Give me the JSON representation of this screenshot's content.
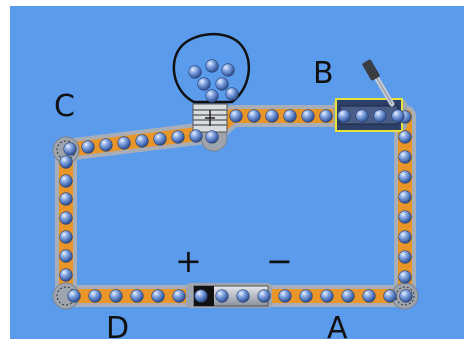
{
  "labels": {
    "A": "A",
    "B": "B",
    "C": "C",
    "D": "D",
    "plus": "+",
    "minus": "−"
  },
  "colors": {
    "background": "#5b9bec",
    "wire": "#e8952a",
    "wire_outline": "#b0b6bf",
    "electron": "#5a7fc2",
    "electron_highlight": "#dfe9fb",
    "ink": "#1a1a1a"
  },
  "components": {
    "bulb": {
      "name": "light-bulb",
      "lit": false
    },
    "battery": {
      "name": "battery"
    },
    "switch": {
      "name": "knife-switch",
      "state": "closed"
    }
  }
}
